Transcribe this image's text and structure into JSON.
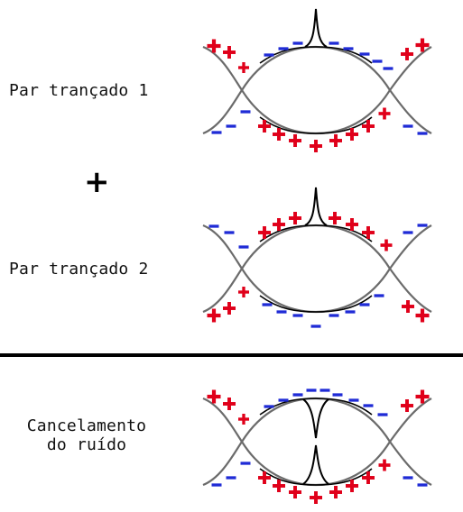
{
  "labels": {
    "pair1": "Par trançado 1",
    "pair2": "Par trançado 2",
    "noise_line1": "Cancelamento",
    "noise_line2": "do ruído"
  },
  "operator": "+",
  "colors": {
    "positive": "#e0001a",
    "negative": "#1f2bd6",
    "wire": "#6b6b6b",
    "separator": "#000000"
  },
  "signs": {
    "plus": "+",
    "minus": "-"
  }
}
